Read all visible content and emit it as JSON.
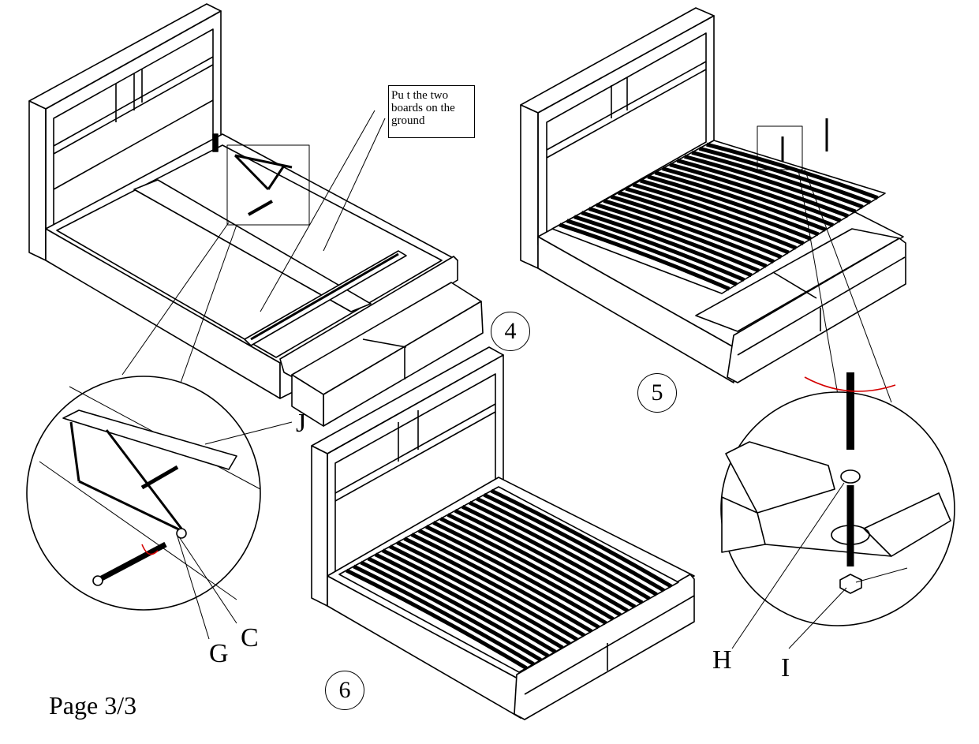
{
  "note": {
    "text": "Pu t the two boards on the ground"
  },
  "steps": [
    "4",
    "5",
    "6"
  ],
  "parts": {
    "j": "J",
    "g": "G",
    "c": "C",
    "h": "H",
    "i": "I"
  },
  "footer": {
    "page": "Page 3/3"
  },
  "colors": {
    "ink": "#000000",
    "accent": "#d40000",
    "paper": "#ffffff"
  }
}
